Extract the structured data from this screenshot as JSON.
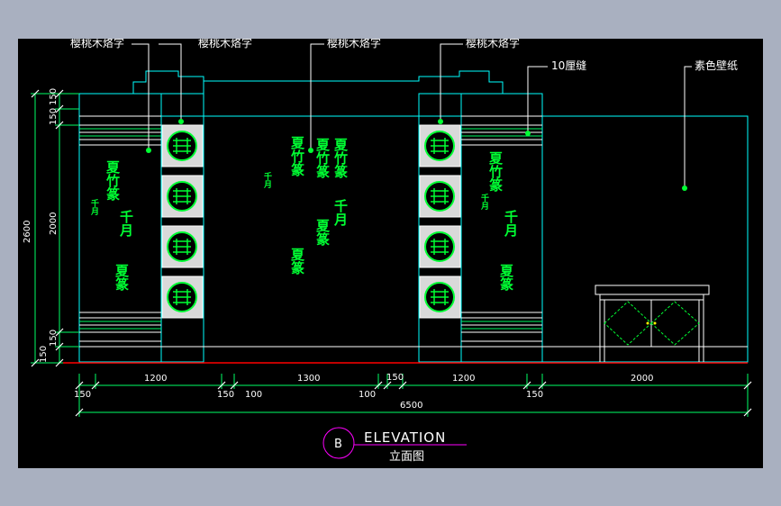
{
  "labels": {
    "cherry_wood_text": "樱桃木烙字",
    "reveal": "10厘缝",
    "wallpaper": "素色壁纸"
  },
  "dimensions": {
    "top": [
      "1200",
      "1300",
      "150",
      "1200",
      "2000"
    ],
    "bottom": [
      "150",
      "150",
      "100",
      "100",
      "150"
    ],
    "bottom_right": "150",
    "total": "6500",
    "left_outer": "2600",
    "left_inner": "2000",
    "left_150": "150"
  },
  "title": {
    "marker": "B",
    "main": "ELEVATION",
    "sub": "立面图"
  },
  "calligraphy": {
    "left": [
      "夏竹篆",
      "千月",
      "夏篆"
    ],
    "center": [
      "夏竹篆",
      "千月",
      "夏篆"
    ],
    "right": [
      "夏竹篆",
      "千月",
      "夏篆"
    ]
  },
  "colors": {
    "outline": "#00ffff",
    "trim": "#00ff66",
    "white": "#ffffff",
    "leader": "#ffffff",
    "floor": "#ff0000",
    "marker": "#ff00ff"
  }
}
